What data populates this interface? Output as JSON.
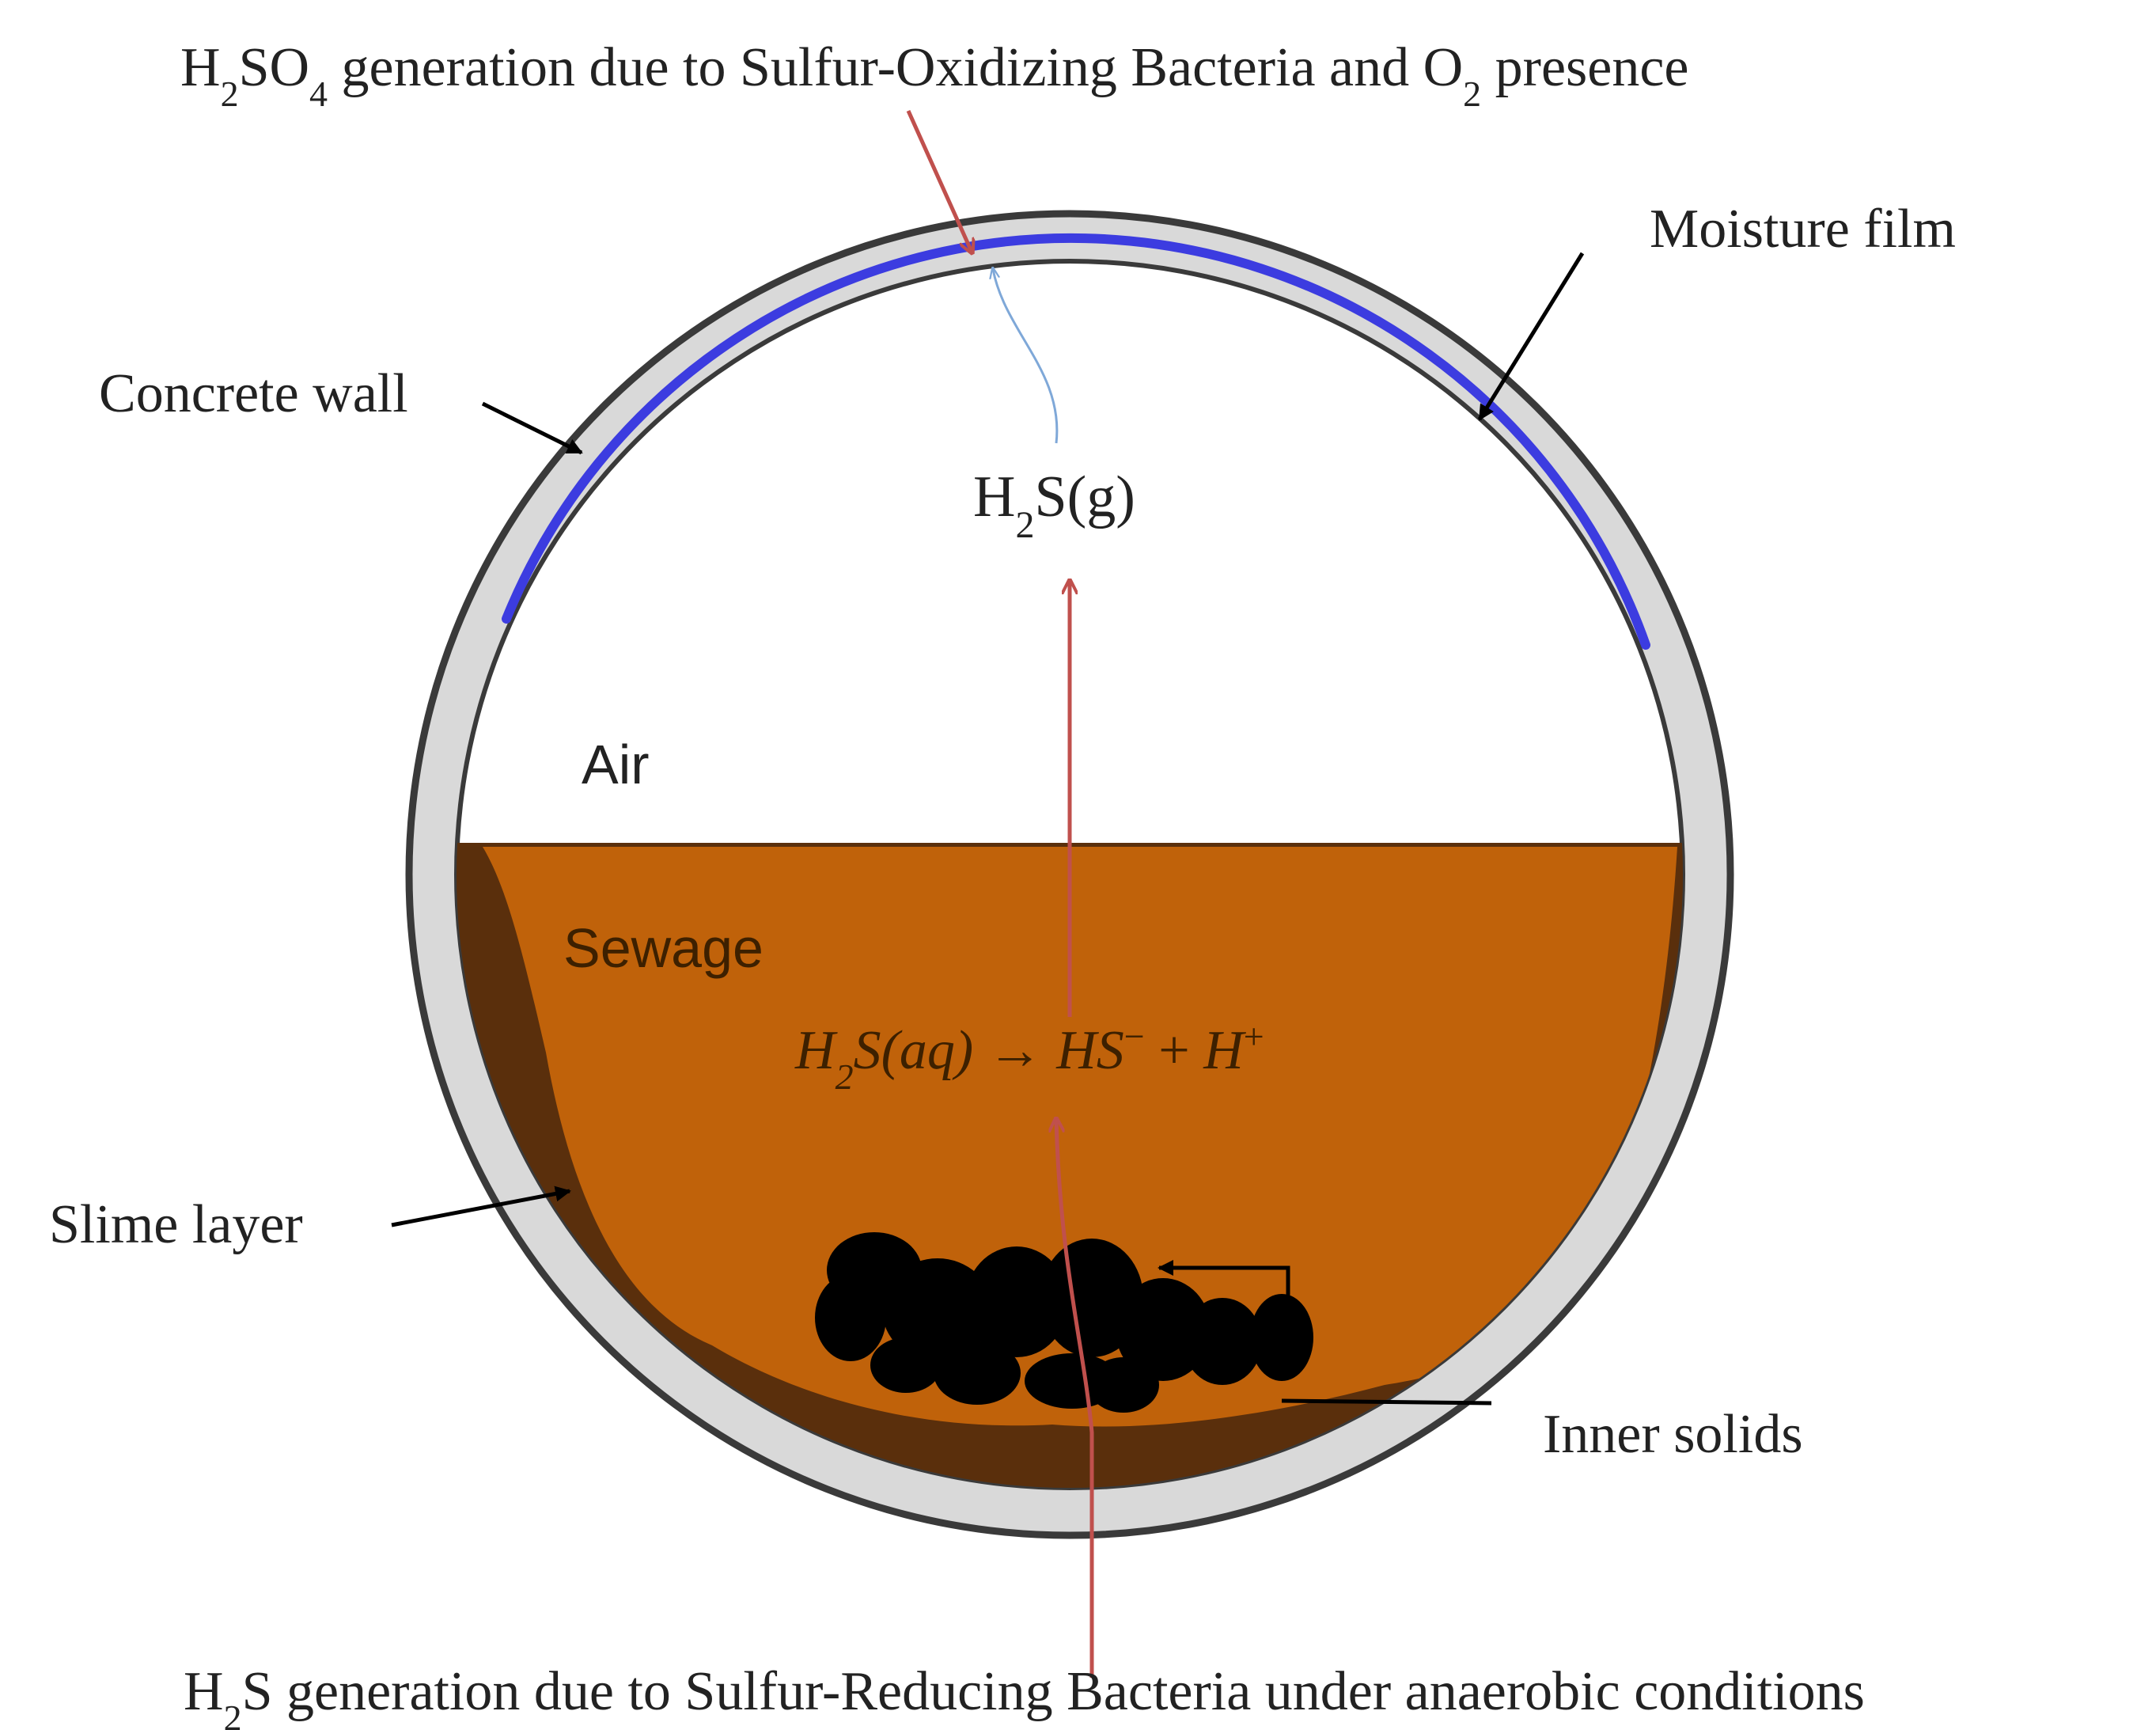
{
  "diagram": {
    "labels": {
      "top_caption": {
        "pre": "H",
        "sub1": "2",
        "mid": "SO",
        "sub2": "4",
        "rest": " generation due to Sulfur-Oxidizing Bacteria and O",
        "sub3": "2",
        "post": " presence"
      },
      "moisture_film": "Moisture film",
      "concrete_wall": "Concrete wall",
      "h2s_gas": {
        "pre": "H",
        "sub": "2",
        "post": "S(g)"
      },
      "air": "Air",
      "sewage": "Sewage",
      "equation": {
        "h": "H",
        "sub2": "2",
        "s_aq": "S(aq)",
        "arrow": " → ",
        "hs": "HS",
        "minus": "−",
        "plus": " + ",
        "h2": "H",
        "plus_sup": "+"
      },
      "slime_layer": "Slime layer",
      "inner_solids": "Inner solids",
      "bottom_caption": {
        "pre": "H",
        "sub": "2",
        "rest": "S generation due to Sulfur-Reducing Bacteria under anaerobic conditions"
      }
    },
    "colors": {
      "concrete_wall": "#d9d9d9",
      "wall_outline": "#3a3a3a",
      "moisture_film": "#3c3ce0",
      "sewage": "#c0620a",
      "slime_layer": "#5a2f0c",
      "inner_solids": "#000000",
      "red_arrow": "#c0504d",
      "blue_arrow": "#7fa8d8",
      "pointer_arrow": "#000000",
      "sewage_text": "#3d2000",
      "equation_text": "#3d2000"
    }
  }
}
